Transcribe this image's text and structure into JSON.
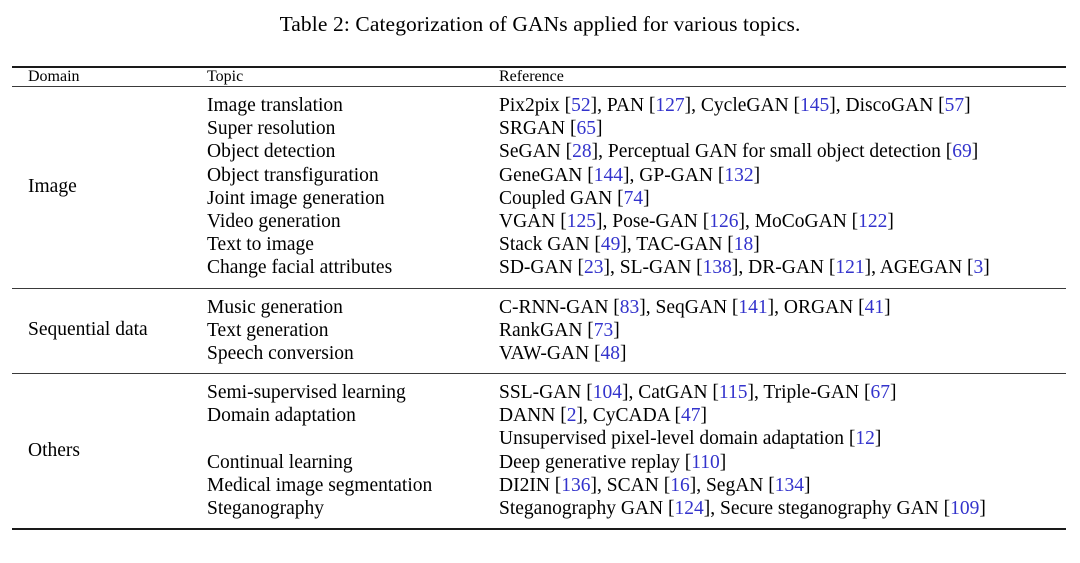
{
  "caption": {
    "label": "Table 2:",
    "text": "Categorization of GANs applied for various topics.",
    "full": "Table 2: Categorization of GANs applied for various topics."
  },
  "colors": {
    "citation": "#3333cc",
    "text": "#000000",
    "rule": "#1a1a1a"
  },
  "table": {
    "columns": [
      {
        "key": "domain",
        "header": "Domain"
      },
      {
        "key": "topic",
        "header": "Topic"
      },
      {
        "key": "reference",
        "header": "Reference"
      }
    ],
    "blocks": [
      {
        "domain": "Image",
        "rows": [
          {
            "topic": "Image translation",
            "reference": "Pix2pix [52], PAN [127], CycleGAN [145], DiscoGAN [57]",
            "refs": [
              {
                "name": "Pix2pix",
                "cite": "52"
              },
              {
                "name": "PAN",
                "cite": "127"
              },
              {
                "name": "CycleGAN",
                "cite": "145"
              },
              {
                "name": "DiscoGAN",
                "cite": "57"
              }
            ]
          },
          {
            "topic": "Super resolution",
            "reference": "SRGAN [65]",
            "refs": [
              {
                "name": "SRGAN",
                "cite": "65"
              }
            ]
          },
          {
            "topic": "Object detection",
            "reference": "SeGAN [28], Perceptual GAN for small object detection [69]",
            "refs": [
              {
                "name": "SeGAN",
                "cite": "28"
              },
              {
                "name": "Perceptual GAN for small object detection",
                "cite": "69"
              }
            ]
          },
          {
            "topic": "Object transfiguration",
            "reference": "GeneGAN [144], GP-GAN [132]",
            "refs": [
              {
                "name": "GeneGAN",
                "cite": "144"
              },
              {
                "name": "GP-GAN",
                "cite": "132"
              }
            ]
          },
          {
            "topic": "Joint image generation",
            "reference": "Coupled GAN [74]",
            "refs": [
              {
                "name": "Coupled GAN",
                "cite": "74"
              }
            ]
          },
          {
            "topic": "Video generation",
            "reference": "VGAN [125], Pose-GAN [126], MoCoGAN [122]",
            "refs": [
              {
                "name": "VGAN",
                "cite": "125"
              },
              {
                "name": "Pose-GAN",
                "cite": "126"
              },
              {
                "name": "MoCoGAN",
                "cite": "122"
              }
            ]
          },
          {
            "topic": "Text to image",
            "reference": "Stack GAN [49], TAC-GAN [18]",
            "refs": [
              {
                "name": "Stack GAN",
                "cite": "49"
              },
              {
                "name": "TAC-GAN",
                "cite": "18"
              }
            ]
          },
          {
            "topic": "Change facial attributes",
            "reference": "SD-GAN [23], SL-GAN [138], DR-GAN [121], AGEGAN [3]",
            "refs": [
              {
                "name": "SD-GAN",
                "cite": "23"
              },
              {
                "name": "SL-GAN",
                "cite": "138"
              },
              {
                "name": "DR-GAN",
                "cite": "121"
              },
              {
                "name": "AGEGAN",
                "cite": "3"
              }
            ]
          }
        ]
      },
      {
        "domain": "Sequential data",
        "rows": [
          {
            "topic": "Music generation",
            "reference": "C-RNN-GAN [83], SeqGAN [141], ORGAN [41]",
            "refs": [
              {
                "name": "C-RNN-GAN",
                "cite": "83"
              },
              {
                "name": "SeqGAN",
                "cite": "141"
              },
              {
                "name": "ORGAN",
                "cite": "41"
              }
            ]
          },
          {
            "topic": "Text generation",
            "reference": "RankGAN [73]",
            "refs": [
              {
                "name": "RankGAN",
                "cite": "73"
              }
            ]
          },
          {
            "topic": "Speech conversion",
            "reference": "VAW-GAN [48]",
            "refs": [
              {
                "name": "VAW-GAN",
                "cite": "48"
              }
            ]
          }
        ]
      },
      {
        "domain": "Others",
        "rows": [
          {
            "topic": "Semi-supervised learning",
            "reference": "SSL-GAN [104], CatGAN [115], Triple-GAN [67]",
            "refs": [
              {
                "name": "SSL-GAN",
                "cite": "104"
              },
              {
                "name": "CatGAN",
                "cite": "115"
              },
              {
                "name": "Triple-GAN",
                "cite": "67"
              }
            ]
          },
          {
            "topic": "Domain adaptation",
            "reference": "DANN [2], CyCADA [47]",
            "refs": [
              {
                "name": "DANN",
                "cite": "2"
              },
              {
                "name": "CyCADA",
                "cite": "47"
              }
            ]
          },
          {
            "topic": "",
            "reference": "Unsupervised pixel-level domain adaptation [12]",
            "refs": [
              {
                "name": "Unsupervised pixel-level domain adaptation",
                "cite": "12"
              }
            ]
          },
          {
            "topic": "Continual learning",
            "reference": "Deep generative replay [110]",
            "refs": [
              {
                "name": "Deep generative replay",
                "cite": "110"
              }
            ]
          },
          {
            "topic": "Medical image segmentation",
            "reference": "DI2IN [136], SCAN [16], SegAN [134]",
            "refs": [
              {
                "name": "DI2IN",
                "cite": "136"
              },
              {
                "name": "SCAN",
                "cite": "16"
              },
              {
                "name": "SegAN",
                "cite": "134"
              }
            ]
          },
          {
            "topic": "Steganography",
            "reference": "Steganography GAN [124], Secure steganography GAN [109]",
            "refs": [
              {
                "name": "Steganography GAN",
                "cite": "124"
              },
              {
                "name": "Secure steganography GAN",
                "cite": "109"
              }
            ]
          }
        ]
      }
    ]
  }
}
